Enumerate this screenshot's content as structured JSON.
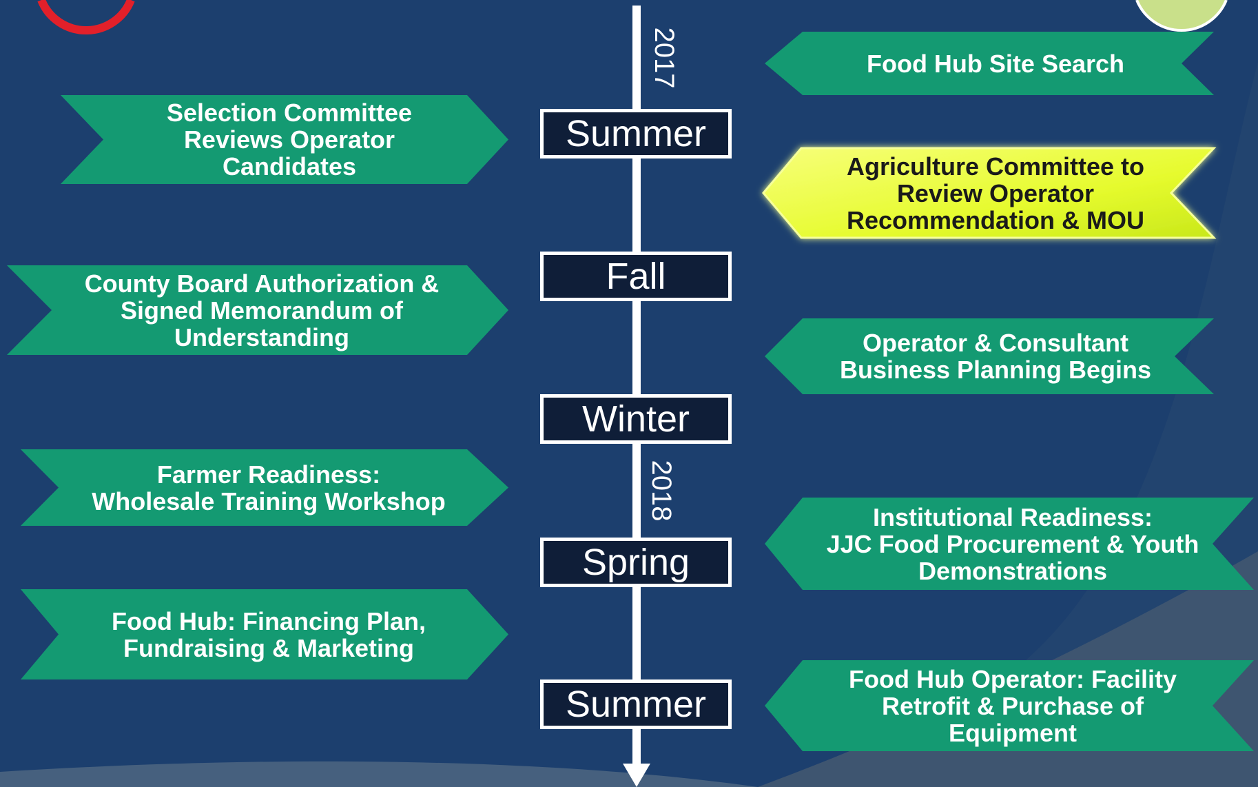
{
  "timeline": {
    "years": [
      "2017",
      "2018"
    ],
    "seasons": [
      "Summer",
      "Fall",
      "Winter",
      "Spring",
      "Summer"
    ]
  },
  "left_milestones": [
    {
      "text": "Selection Committee\nReviews Operator\nCandidates"
    },
    {
      "text": "County Board Authorization &\nSigned Memorandum of\nUnderstanding"
    },
    {
      "text": "Farmer Readiness:\nWholesale Training Workshop"
    },
    {
      "text": "Food Hub: Financing Plan,\nFundraising & Marketing"
    }
  ],
  "right_milestones": [
    {
      "text": "Food Hub Site Search"
    },
    {
      "text": "Agriculture Committee to\nReview Operator\nRecommendation & MOU",
      "highlighted": true
    },
    {
      "text": "Operator & Consultant\nBusiness Planning Begins"
    },
    {
      "text": "Institutional Readiness:\nJJC Food Procurement & Youth\nDemonstrations"
    },
    {
      "text": "Food Hub Operator: Facility\nRetrofit & Purchase of\nEquipment"
    }
  ],
  "colors": {
    "background": "#1c3f6e",
    "milestone_green": "#149a72",
    "highlight_yellow": "#eefc3c",
    "season_box": "#0f1e38",
    "timeline_line": "#ffffff"
  }
}
